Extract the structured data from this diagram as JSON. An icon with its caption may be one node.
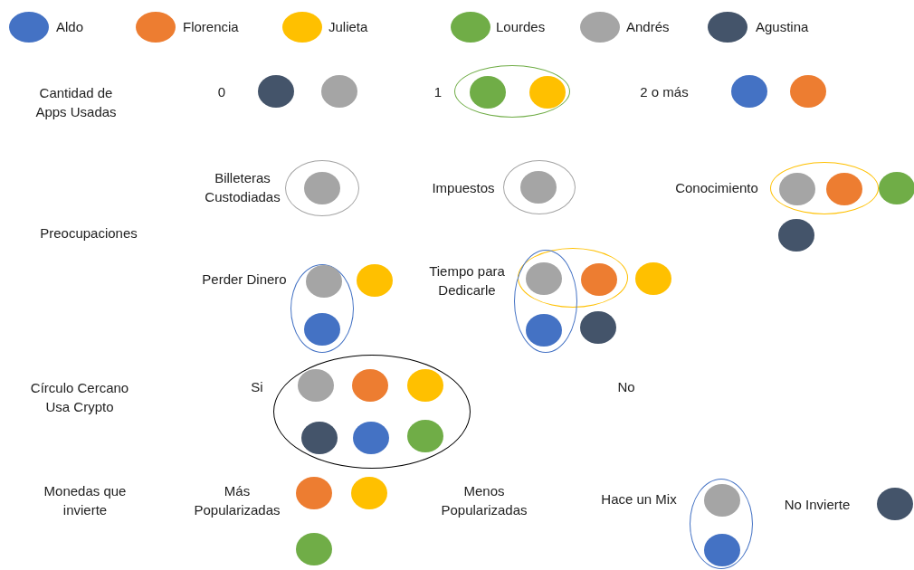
{
  "diagram": {
    "nodes": [
      {
        "text": [],
        "shape": "circle"
      },
      {
        "text": [],
        "shape": "circle"
      },
      {
        "text": [],
        "shape": "ellipse"
      },
      {
        "text": [],
        "shape": "circle",
        "in": 2
      },
      {
        "text": [],
        "shape": "circle",
        "in": 2
      },
      {
        "text": [],
        "shape": "circle"
      },
      {
        "text": [],
        "shape": "circle"
      },
      {
        "text": [],
        "shape": "ellipse"
      },
      {
        "text": [],
        "shape": "circle",
        "in": 7
      },
      {
        "text": [],
        "shape": "ellipse"
      },
      {
        "text": [],
        "shape": "circle",
        "in": 9
      },
      {
        "text": [],
        "shape": "ellipse"
      },
      {
        "text": [],
        "shape": "circle",
        "in": 11
      },
      {
        "text": [],
        "shape": "circle",
        "in": 11
      },
      {
        "text": [],
        "shape": "circle"
      },
      {
        "text": [],
        "shape": "circle"
      },
      {
        "text": [],
        "shape": "ellipse"
      },
      {
        "text": [],
        "shape": "circle",
        "in": 16
      },
      {
        "text": [],
        "shape": "circle"
      },
      {
        "text": [],
        "shape": "circle",
        "in": 16
      },
      {
        "text": [],
        "shape": "ellipse"
      },
      {
        "text": [],
        "shape": "ellipse"
      },
      {
        "text": [],
        "shape": "circle"
      },
      {
        "text": [],
        "shape": "circle",
        "in": 20
      },
      {
        "text": [],
        "shape": "circle"
      },
      {
        "text": [],
        "shape": "circle",
        "in": 21
      },
      {
        "text": [],
        "shape": "circle"
      },
      {
        "text": [],
        "shape": "ellipse"
      },
      {
        "text": [],
        "shape": "circle",
        "in": 27
      },
      {
        "text": [],
        "shape": "circle",
        "in": 27
      },
      {
        "text": [],
        "shape": "circle",
        "in": 27
      },
      {
        "text": [],
        "shape": "circle",
        "in": 27
      },
      {
        "text": [],
        "shape": "circle",
        "in": 27
      },
      {
        "text": [],
        "shape": "circle",
        "in": 27
      },
      {
        "text": [],
        "shape": "circle"
      },
      {
        "text": [],
        "shape": "circle"
      },
      {
        "text": [],
        "shape": "ellipse"
      },
      {
        "text": [],
        "shape": "circle",
        "in": 36
      },
      {
        "text": [],
        "shape": "circle",
        "in": 36
      },
      {
        "text": [],
        "shape": "circle"
      },
      {
        "text": [],
        "shape": "circle"
      }
    ],
    "labels": [
      "Cantidad de Apps Usadas",
      "0",
      "1",
      "2 o más",
      "Billeteras Custodiadas",
      "Impuestos",
      "Conocimiento",
      "Preocupaciones",
      "Perder Dinero",
      "Tiempo para Dedicarle",
      "Círculo Cercano Usa Crypto",
      "Si",
      "No",
      "Monedas que invierte",
      "Más Popularizadas",
      "Menos Popularizadas",
      "Hace un Mix",
      "No Invierte"
    ],
    "legend": [
      {
        "text": "Aldo",
        "color": "#4472c4"
      },
      {
        "text": "Florencia",
        "color": "#ed7d31"
      },
      {
        "text": "Julieta",
        "color": "#ffc000"
      },
      {
        "text": "Lourdes",
        "color": "#70ad47"
      },
      {
        "text": "Andrés",
        "color": "#a5a5a5"
      },
      {
        "text": "Agustina",
        "color": "#44546a"
      }
    ]
  }
}
